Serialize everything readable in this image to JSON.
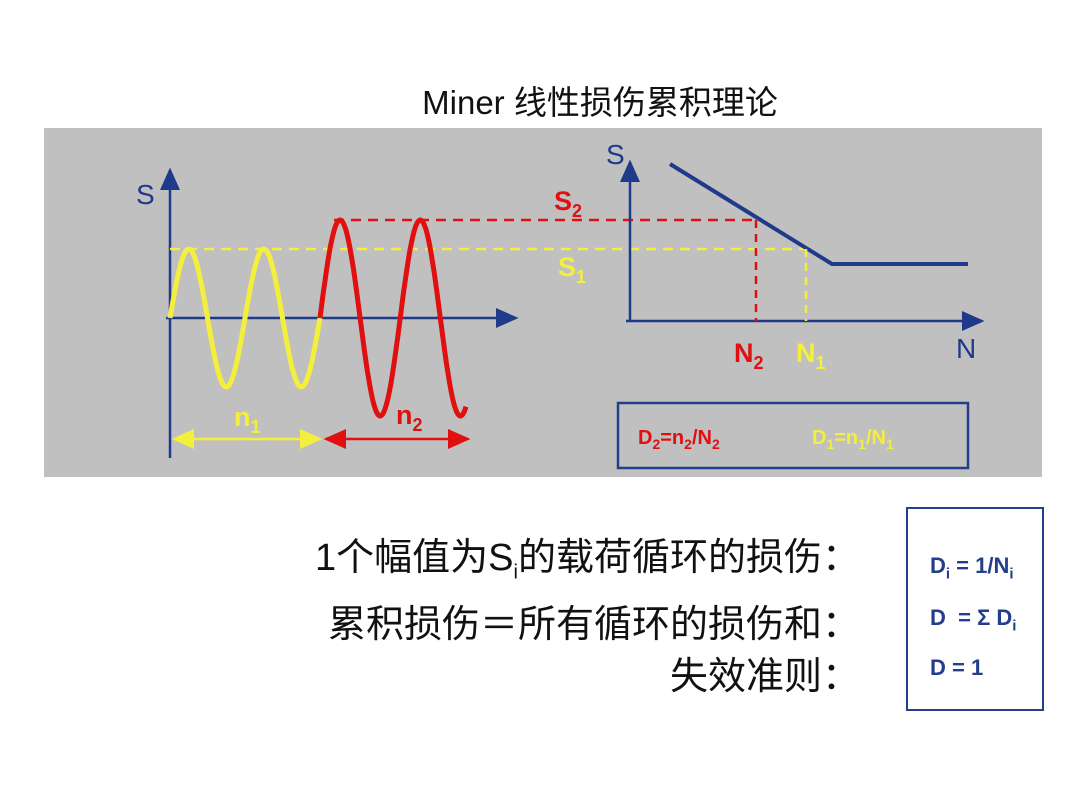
{
  "title": "Miner 线性损伤累积理论",
  "colors": {
    "panel_bg": "#c0c0c0",
    "axis": "#1f3a8a",
    "yellow": "#f4ee3c",
    "red": "#e01010",
    "sn_curve": "#1f3a8a"
  },
  "left_plot": {
    "y_axis_label": "S",
    "n1_label": "n",
    "n1_sub": "1",
    "n2_label": "n",
    "n2_sub": "2"
  },
  "right_plot": {
    "y_axis_label": "S",
    "x_axis_label": "N",
    "s2_label": "S",
    "s2_sub": "2",
    "s1_label": "S",
    "s1_sub": "1",
    "N2_label": "N",
    "N2_sub": "2",
    "N1_label": "N",
    "N1_sub": "1"
  },
  "damage_box": {
    "d2": {
      "D": "D",
      "D_sub": "2",
      "eq": "=n",
      "n_sub": "2",
      "slash": "/N",
      "N_sub": "2"
    },
    "d1": {
      "D": "D",
      "D_sub": "1",
      "eq": "=n",
      "n_sub": "1",
      "slash": "/N",
      "N_sub": "1"
    }
  },
  "rules": {
    "line1_pre": "1个幅值为S",
    "line1_sub": "i",
    "line1_post": "的载荷循环的损伤：",
    "line2": "累积损伤＝所有循环的损伤和：",
    "line3": "失效准则："
  },
  "formulas": {
    "f1": {
      "D": "D",
      "D_sub": "i",
      "rest": " = 1/N",
      "N_sub": "i"
    },
    "f2": {
      "pre": "D  = Σ D",
      "sub": "i"
    },
    "f3": "D = 1"
  }
}
